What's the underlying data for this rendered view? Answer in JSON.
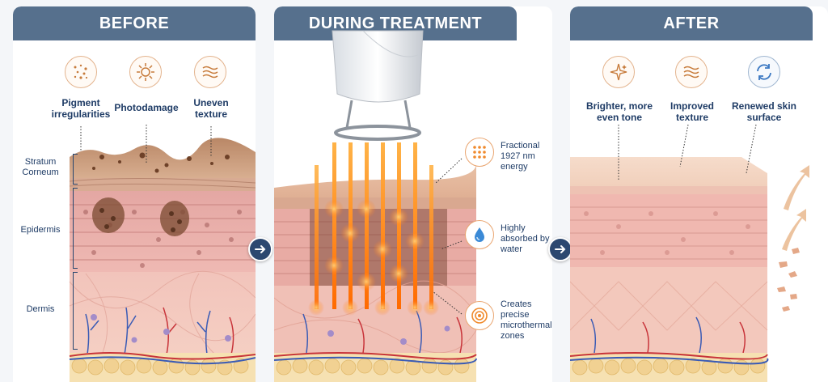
{
  "panels": {
    "before": {
      "title": "BEFORE",
      "concerns": [
        {
          "icon": "pigment-dots-icon",
          "label": "Pigment irregularities"
        },
        {
          "icon": "sun-icon",
          "label": "Photodamage"
        },
        {
          "icon": "wave-lines-icon",
          "label": "Uneven texture"
        }
      ]
    },
    "during": {
      "title": "DURING TREATMENT",
      "callouts": [
        {
          "icon": "dot-grid-icon",
          "label": "Fractional 1927 nm energy"
        },
        {
          "icon": "water-drop-icon",
          "label": "Highly absorbed by water"
        },
        {
          "icon": "target-icon",
          "label": "Creates precise microthermal zones"
        }
      ]
    },
    "after": {
      "title": "AFTER",
      "results": [
        {
          "icon": "sparkle-icon",
          "label": "Brighter, more even tone"
        },
        {
          "icon": "wave-lines-icon",
          "label": "Improved texture"
        },
        {
          "icon": "renew-arrows-icon",
          "label": "Renewed skin surface"
        }
      ]
    }
  },
  "layers": {
    "stratum_corneum": "Stratum Corneum",
    "epidermis": "Epidermis",
    "dermis": "Dermis"
  },
  "colors": {
    "header": "#56708d",
    "text": "#1f3c66",
    "accent": "#f08a2c",
    "arrow": "#2c4870"
  }
}
